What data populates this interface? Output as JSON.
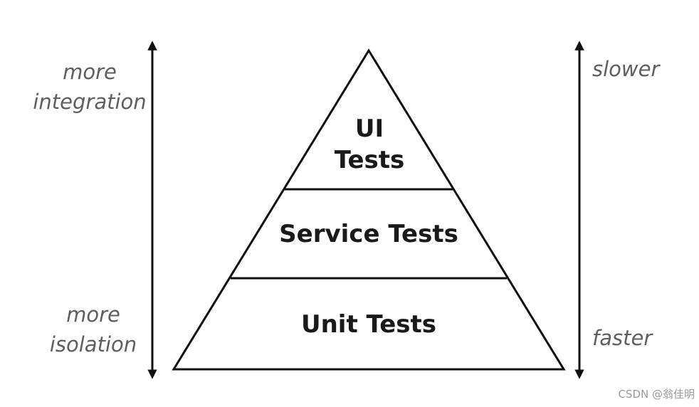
{
  "left_axis": {
    "top_label_line1": "more",
    "top_label_line2": "integration",
    "bottom_label_line1": "more",
    "bottom_label_line2": "isolation"
  },
  "right_axis": {
    "top_label": "slower",
    "bottom_label": "faster"
  },
  "pyramid": {
    "top_tier_line1": "UI",
    "top_tier_line2": "Tests",
    "middle_tier": "Service Tests",
    "bottom_tier": "Unit Tests"
  },
  "watermark": "CSDN @翁佳明",
  "colors": {
    "stroke": "#111111",
    "side_text": "#5f5f5f",
    "tier_text": "#1a1a1a"
  }
}
